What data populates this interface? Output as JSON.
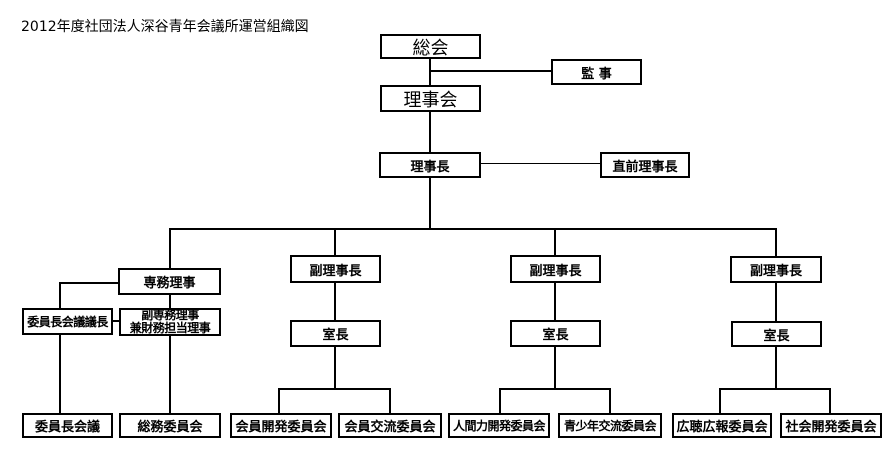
{
  "title": "2012年度社団法人深谷青年会議所運営組織図",
  "nodes": {
    "general_assembly": "総会",
    "auditor": "監 事",
    "board_of_directors": "理事会",
    "chairman": "理事長",
    "immediate_past_chairman": "直前理事長",
    "executive_director": "専務理事",
    "deputy_executive_director_line1": "副専務理事",
    "deputy_executive_director_line2": "兼財務担当理事",
    "committee_chairs_conference_chair": "委員長会議議長",
    "vice_chairman_1": "副理事長",
    "vice_chairman_2": "副理事長",
    "vice_chairman_3": "副理事長",
    "office_chief_1": "室長",
    "office_chief_2": "室長",
    "office_chief_3": "室長",
    "committees": {
      "chairs_conference": "委員長会議",
      "general_affairs": "総務委員会",
      "member_development": "会員開発委員会",
      "member_exchange": "会員交流委員会",
      "human_development": "人間力開発委員会",
      "youth_exchange": "青少年交流委員会",
      "public_relations": "広聴広報委員会",
      "social_development": "社会開発委員会"
    }
  }
}
